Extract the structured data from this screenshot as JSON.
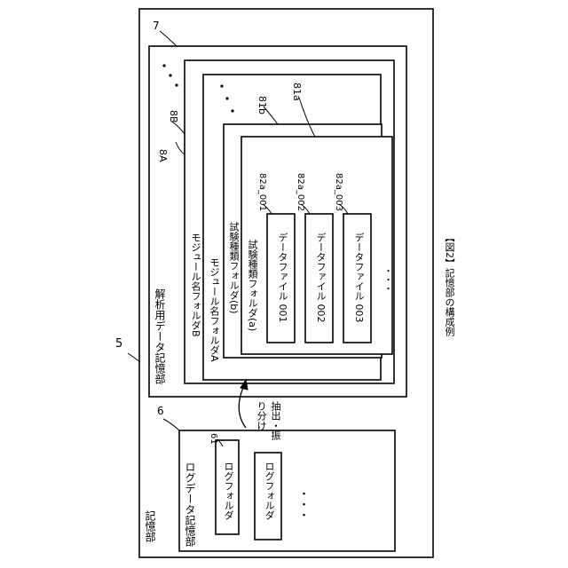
{
  "figure_caption": "【図2】記憶部の構成例",
  "storage": {
    "label": "記憶部",
    "ref": "5"
  },
  "log_storage": {
    "label": "ログデータ記憶部",
    "ref": "6",
    "folder_ref": "61",
    "folders": [
      "ログフォルダ",
      "ログフォルダ"
    ],
    "ellipsis": "・・・"
  },
  "analysis_storage": {
    "label": "解析用データ記憶部",
    "ref": "7"
  },
  "extraction_label": "抽出・振り分け",
  "module_folders": [
    {
      "ref": "8A",
      "label": "モジュール名フォルダA"
    },
    {
      "ref": "8B",
      "label": "モジュール名フォルダB"
    }
  ],
  "test_folders": [
    {
      "ref": "81a",
      "label": "試験種類フォルダ(a)"
    },
    {
      "ref": "81b",
      "label": "試験種類フォルダ(b)"
    }
  ],
  "data_files": [
    {
      "ref": "82a_001",
      "label": "データファイル 001"
    },
    {
      "ref": "82a_002",
      "label": "データファイル 002"
    },
    {
      "ref": "82a_003",
      "label": "データファイル 003"
    }
  ],
  "ellipsis_dots": "・・・",
  "colors": {
    "line": "#000000",
    "background": "#ffffff"
  }
}
